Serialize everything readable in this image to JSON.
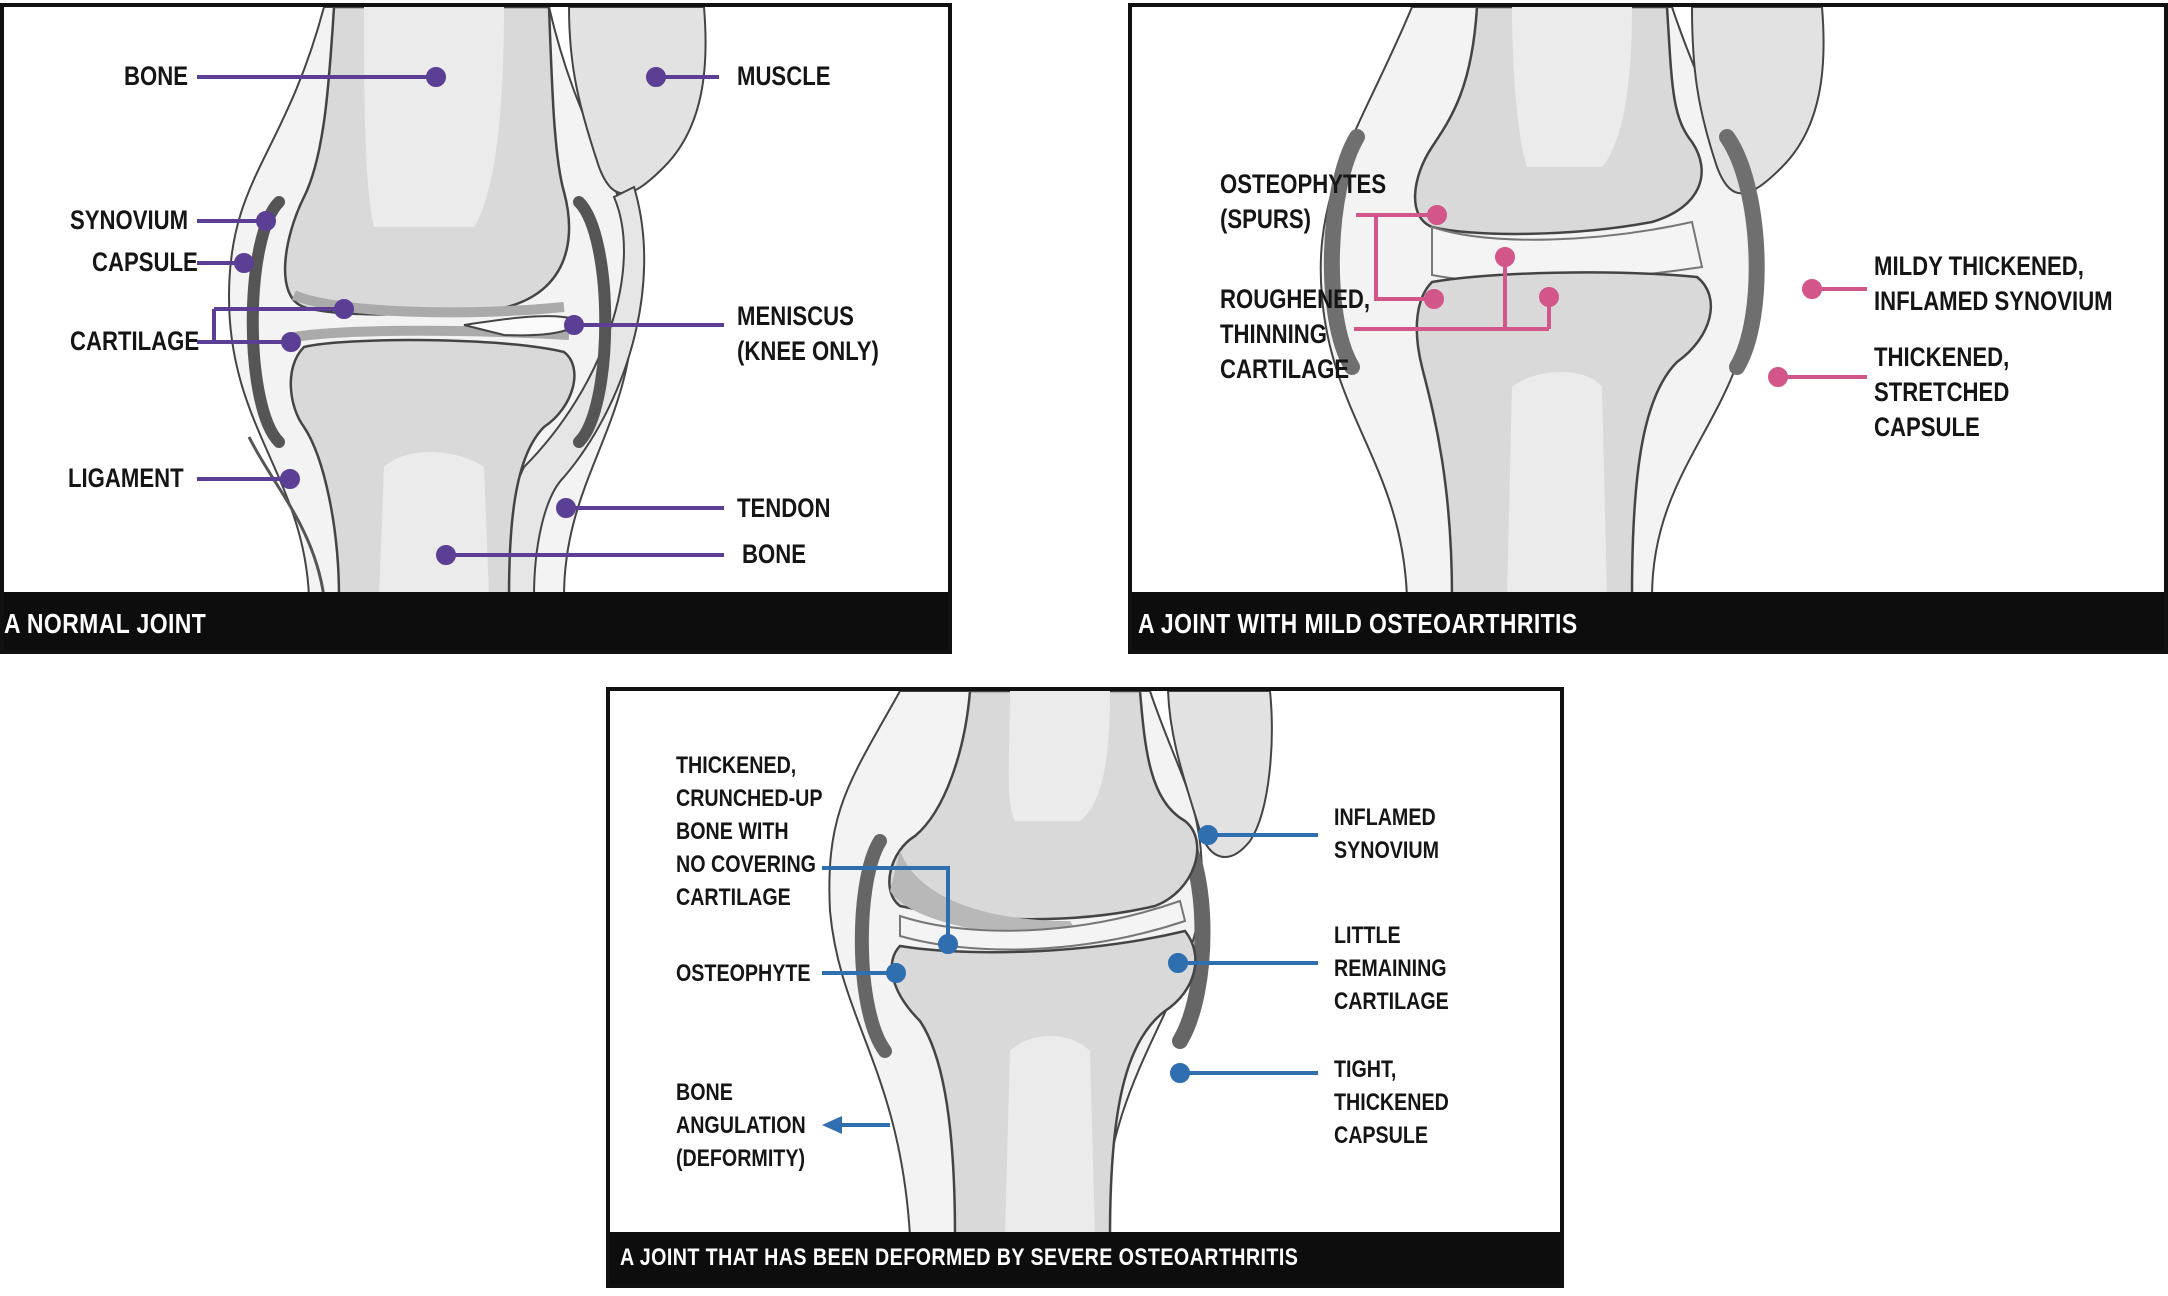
{
  "panels": {
    "normal": {
      "caption": "A NORMAL JOINT",
      "line_color": "#5b3f95",
      "labels": {
        "bone_top": "BONE",
        "muscle": "MUSCLE",
        "synovium": "SYNOVIUM",
        "capsule": "CAPSULE",
        "cartilage": "CARTILAGE",
        "meniscus_1": "MENISCUS",
        "meniscus_2": "(KNEE ONLY)",
        "ligament": "LIGAMENT",
        "tendon": "TENDON",
        "bone_bottom": "BONE"
      }
    },
    "mild": {
      "caption": "A JOINT WITH MILD OSTEOARTHRITIS",
      "line_color": "#d3568a",
      "labels": {
        "osteophytes_1": "OSTEOPHYTES",
        "osteophytes_2": "(SPURS)",
        "roughened_1": "ROUGHENED,",
        "roughened_2": "THINNING",
        "roughened_3": "CARTILAGE",
        "synovium_1": "MILDY THICKENED,",
        "synovium_2": "INFLAMED SYNOVIUM",
        "capsule_1": "THICKENED,",
        "capsule_2": "STRETCHED",
        "capsule_3": "CAPSULE"
      }
    },
    "severe": {
      "caption": "A JOINT THAT HAS BEEN DEFORMED BY SEVERE OSTEOARTHRITIS",
      "line_color": "#2f6fb0",
      "labels": {
        "bone_1": "THICKENED,",
        "bone_2": "CRUNCHED-UP",
        "bone_3": "BONE WITH",
        "bone_4": "NO COVERING",
        "bone_5": "CARTILAGE",
        "osteophyte": "OSTEOPHYTE",
        "angulation_1": "BONE",
        "angulation_2": "ANGULATION",
        "angulation_3": "(DEFORMITY)",
        "synovium_1": "INFLAMED",
        "synovium_2": "SYNOVIUM",
        "cartilage_1": "LITTLE",
        "cartilage_2": "REMAINING",
        "cartilage_3": "CARTILAGE",
        "capsule_1": "TIGHT,",
        "capsule_2": "THICKENED",
        "capsule_3": "CAPSULE"
      }
    }
  },
  "colors": {
    "bone": "#d9d9d9",
    "bone_highlight": "#ebebeb",
    "tissue_outline": "#555555",
    "synovium_dark": "#7a7a7a",
    "caption_bar": "#0d0d0d"
  }
}
